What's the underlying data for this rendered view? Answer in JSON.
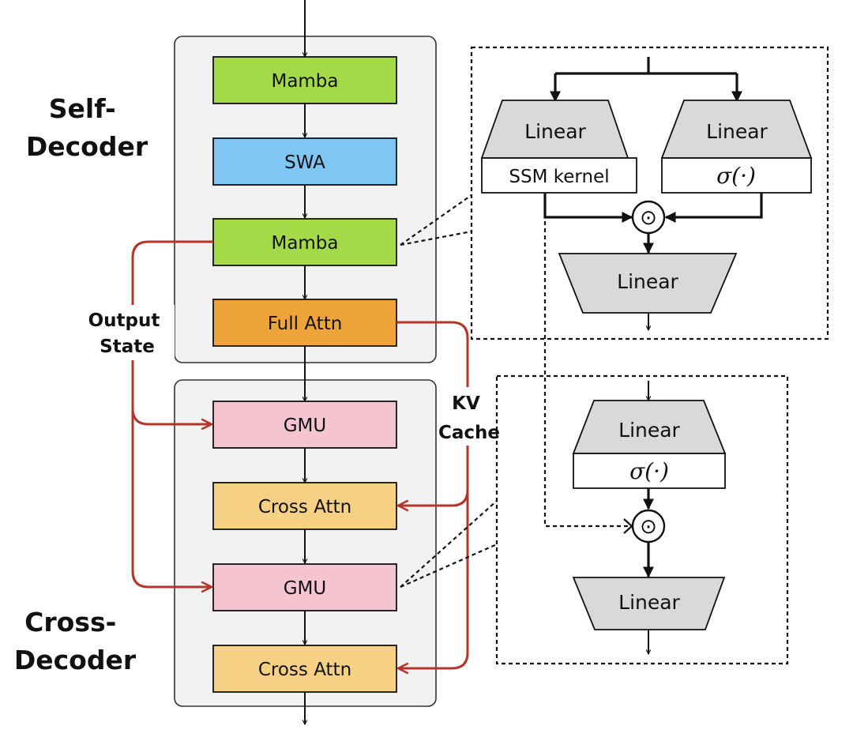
{
  "left": {
    "self_decoder_label": [
      "Self-",
      "Decoder"
    ],
    "cross_decoder_label": [
      "Cross-",
      "Decoder"
    ],
    "blocks": {
      "mamba1": "Mamba",
      "swa": "SWA",
      "mamba2": "Mamba",
      "full_attn": "Full Attn",
      "gmu1": "GMU",
      "cross_attn1": "Cross Attn",
      "gmu2": "GMU",
      "cross_attn2": "Cross Attn"
    },
    "output_state_label": [
      "Output",
      "State"
    ],
    "kv_cache_label": [
      "KV",
      "Cache"
    ]
  },
  "mamba_detail": {
    "linear_left": "Linear",
    "linear_right": "Linear",
    "ssm_kernel": "SSM kernel",
    "sigma": "σ(·)",
    "product": "⊙",
    "linear_out": "Linear"
  },
  "gmu_detail": {
    "linear_top": "Linear",
    "sigma": "σ(·)",
    "product": "⊙",
    "linear_out": "Linear"
  },
  "colors": {
    "mamba": "#a4d948",
    "swa": "#7fc6f5",
    "full_attn": "#eda53a",
    "gmu": "#f4c4d1",
    "cross_attn": "#f6d085",
    "panel": "#f2f2f2",
    "trapezoid": "#d9d9d9",
    "red_lines": "#b5352b"
  }
}
